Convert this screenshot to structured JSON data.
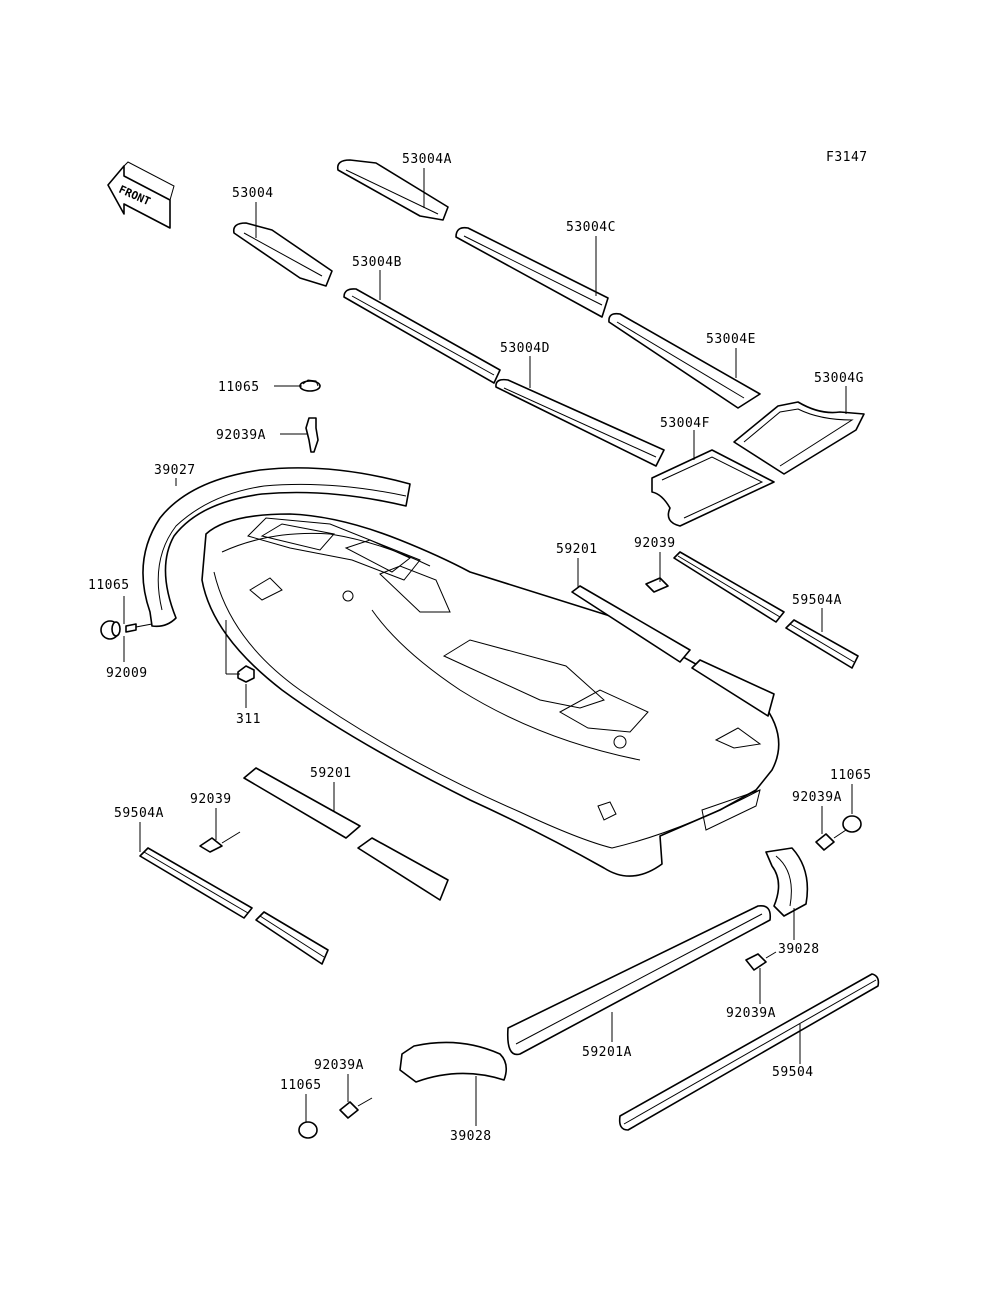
{
  "figure_code": "F3147",
  "front_label": "FRONT",
  "labels": {
    "p53004A": "53004A",
    "p53004": "53004",
    "p53004C": "53004C",
    "p53004B": "53004B",
    "p53004E": "53004E",
    "p53004D": "53004D",
    "p53004G": "53004G",
    "p53004F": "53004F",
    "p11065_top": "11065",
    "p92039A_top": "92039A",
    "p39027": "39027",
    "p11065_left": "11065",
    "p92009": "92009",
    "p311": "311",
    "p59201_right": "59201",
    "p92039_right": "92039",
    "p59504A_right": "59504A",
    "p59201_left": "59201",
    "p92039_left": "92039",
    "p59504A_left": "59504A",
    "p11065_right": "11065",
    "p92039A_right": "92039A",
    "p39028_right": "39028",
    "p92039A_mid": "92039A",
    "p59201A": "59201A",
    "p59504": "59504",
    "p92039A_bottom": "92039A",
    "p11065_bottom": "11065",
    "p39028_bottom": "39028"
  }
}
